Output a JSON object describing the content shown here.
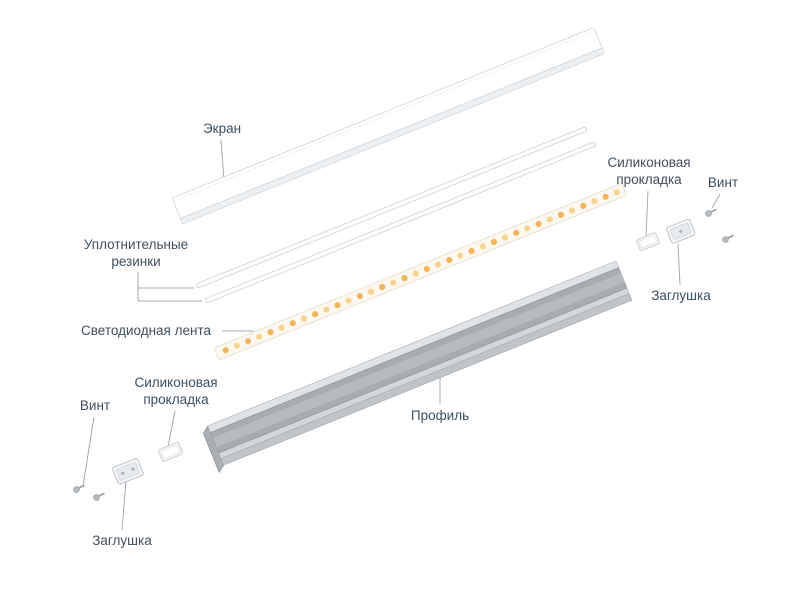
{
  "diagram": {
    "labels": {
      "screen": "Экран",
      "sealing_rubbers": [
        "Уплотнительные",
        "резинки"
      ],
      "led_strip": "Светодиодная лента",
      "silicone_gasket": [
        "Силиконовая",
        "прокладка"
      ],
      "screw": "Винт",
      "end_cap": "Заглушка",
      "profile": "Профиль"
    },
    "colors": {
      "background": "#ffffff",
      "label_text": "#3e4f5e",
      "leader_line": "#a2abb3",
      "part_outline": "#d3d8dc",
      "profile_body": "#c9cdd1",
      "led_dot_primary": "#efb45c",
      "led_dot_secondary": "#f7d391"
    }
  }
}
